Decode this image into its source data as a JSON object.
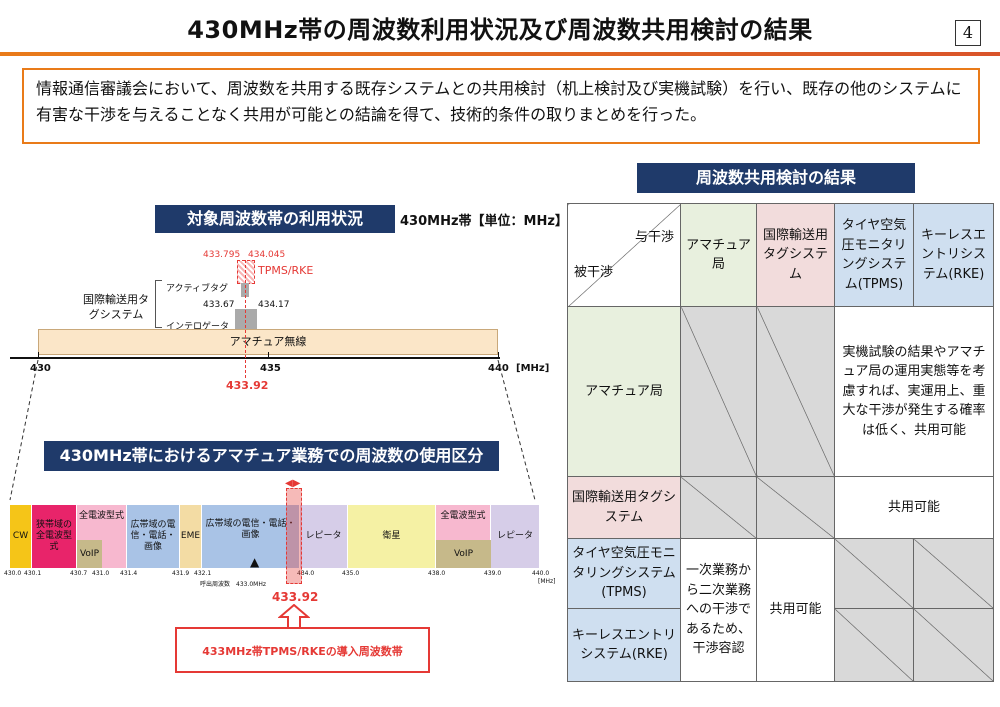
{
  "title": "430MHz帯の周波数利用状況及び周波数共用検討の結果",
  "page_number": "4",
  "summary": "情報通信審議会において、周波数を共用する既存システムとの共用検討（机上検討及び実機試験）を行い、既存の他のシステムに有害な干渉を与えることなく共用が可能との結論を得て、技術的条件の取りまとめを行った。",
  "utilization": {
    "label": "対象周波数帯の利用状況",
    "band_unit": "430MHz帯【単位：MHz】",
    "system_label": "国際輸送用タグシステム",
    "active_tag": "アクティブタグ",
    "interrogator": "インテロゲータ",
    "tpms_rke": "TPMS/RKE",
    "f_433795": "433.795",
    "f_434045": "434.045",
    "f_43367": "433.67",
    "f_43417": "434.17",
    "amateur_band": "アマチュア無線",
    "axis_430": "430",
    "axis_435": "435",
    "axis_440": "440",
    "axis_unit": "[MHz]",
    "center": "433.92"
  },
  "usage": {
    "label": "430MHz帯におけるアマチュア業務での周波数の使用区分",
    "segments": {
      "cw": "CW",
      "narrow": "狭帯域の全電波型式",
      "all1": "全電波型式",
      "voip1": "VoIP",
      "wide1": "広帯域の電信・電話・画像",
      "eme": "EME",
      "wide2": "広帯域の電信・電話・画像",
      "repeater1": "レピータ",
      "satellite": "衛星",
      "all2": "全電波型式",
      "voip2": "VoIP",
      "repeater2": "レピータ"
    },
    "ticks": [
      "430.0",
      "430.1",
      "430.7",
      "431.0",
      "431.4",
      "431.9",
      "432.1",
      "434.0",
      "435.0",
      "438.0",
      "439.0",
      "440.0"
    ],
    "unit": "[MHz]",
    "calling": "呼出周波数　433.0MHz",
    "center": "433.92",
    "callout": "433MHz帯TPMS/RKEの導入周波数帯"
  },
  "result": {
    "label": "周波数共用検討の結果",
    "header_interferer": "与干渉",
    "header_victim": "被干渉",
    "col_amateur": "アマチュア局",
    "col_tag": "国際輸送用タグシステム",
    "col_tpms": "タイヤ空気圧モニタリングシステム(TPMS)",
    "col_rke": "キーレスエントリシステム(RKE)",
    "row_amateur": "アマチュア局",
    "row_tag": "国際輸送用タグシステム",
    "row_tpms": "タイヤ空気圧モニタリングシステム(TPMS)",
    "row_rke": "キーレスエントリシステム(RKE)",
    "amateur_result": "実機試験の結果やアマチュア局の運用実態等を考慮すれば、実運用上、重大な干渉が発生する確率は低く、共用可能",
    "tag_result": "共用可能",
    "tpms_amateur_result": "一次業務から二次業務への干渉であるため、干渉容認",
    "tpms_tag_result": "共用可能"
  }
}
